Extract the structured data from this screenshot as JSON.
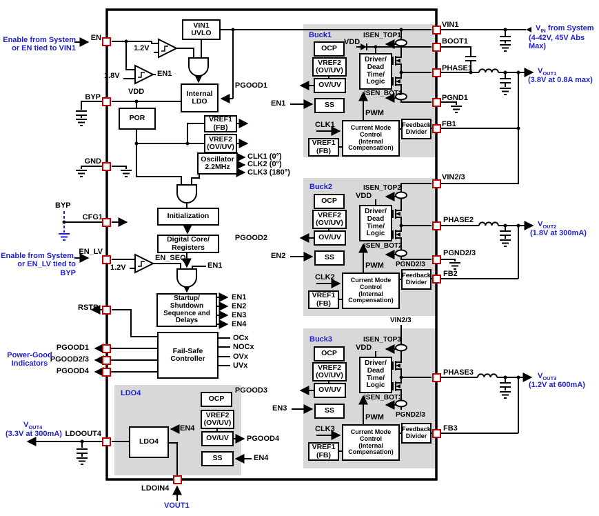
{
  "colors": {
    "accent_blue": "#2121CC",
    "pin_red": "#C00000",
    "block_gray": "#D8D8D8",
    "line_black": "#000000"
  },
  "pins": {
    "left": [
      "EN",
      "BYP",
      "GND",
      "CFG1",
      "EN_LV",
      "RSTB",
      "PGOOD1",
      "PGOOD2/3",
      "PGOOD4",
      "LDOOUT4"
    ],
    "right": [
      "VIN1",
      "BOOT1",
      "PHASE1",
      "PGND1",
      "FB1",
      "VIN2/3",
      "PHASE2",
      "PGND2/3",
      "FB2",
      "PHASE3",
      "FB3"
    ],
    "bottom": [
      "LDOIN4"
    ]
  },
  "annotations": {
    "enable_en": "Enable from System\nor EN tied to VIN1",
    "enable_en_lv": "Enable from System,\nor EN_LV tied to BYP",
    "power_good": "Power-Good\nIndicators",
    "byp_ref": "BYP",
    "vin": {
      "v": "V",
      "sub": "IN",
      "rest": " from System",
      "detail": "(4-42V, 45V Abs Max)"
    },
    "vout1": {
      "v": "V",
      "sub": "OUT1",
      "detail": "(3.8V at 0.8A max)"
    },
    "vout2": {
      "v": "V",
      "sub": "OUT2",
      "detail": "(1.8V at 300mA)"
    },
    "vout3": {
      "v": "V",
      "sub": "OUT3",
      "detail": "(1.2V at 600mA)"
    },
    "vout4": {
      "v": "V",
      "sub": "OUT4",
      "detail": "(3.3V at 300mA)"
    },
    "vout1_src": "VOUT1"
  },
  "core": {
    "uvlo": "VIN1\nUVLO",
    "internal_ldo": "Internal\nLDO",
    "por": "POR",
    "vref1": "VREF1\n(FB)",
    "vref2": "VREF2\n(OV/UV)",
    "osc": "Oscillator\n2.2MHz",
    "init": "Initialization",
    "digital": "Digital Core/\nRegisters",
    "startup": "Startup/\nShutdown\nSequence and\nDelays",
    "failsafe": "Fail-Safe\nController",
    "vdd": "VDD",
    "v12_en": "1.2V",
    "v18_en": "1.8V",
    "en1_cmp": "EN1",
    "v12_enlv": "1.2V",
    "en_seq": "EN_SEQ",
    "en1_gate": "EN1",
    "clk_out": [
      "CLK1 (0°)",
      "CLK2 (0°)",
      "CLK3 (180°)"
    ],
    "en_out": [
      "EN1",
      "EN2",
      "EN3",
      "EN4"
    ],
    "fault_out": [
      "OCx",
      "NOCx",
      "OVx",
      "UVx"
    ]
  },
  "bucks": [
    {
      "name": "Buck1",
      "ocp": "OCP",
      "vref2": "VREF2\n(OV/UV)",
      "ovuv": "OV/UV",
      "ss": "SS",
      "pgood": "PGOOD1",
      "en": "EN1",
      "vdd": "VDD",
      "isen_top": "ISEN_TOP1",
      "isen_bot": "ISEN_BOT1",
      "driver": "Driver/\nDead\nTime/\nLogic",
      "pwm": "PWM",
      "clk": "CLK1",
      "cmc": "Current Mode\nControl\n(Internal\nCompensation)",
      "vref1": "VREF1\n(FB)",
      "fbdiv": "Feedback\nDivider"
    },
    {
      "name": "Buck2",
      "ocp": "OCP",
      "vref2": "VREF2\n(OV/UV)",
      "ovuv": "OV/UV",
      "ss": "SS",
      "pgood": "PGOOD2",
      "en": "EN2",
      "vdd": "VDD",
      "isen_top": "ISEN_TOP2",
      "isen_bot": "ISEN_BOT2",
      "driver": "Driver/\nDead\nTime/\nLogic",
      "pwm": "PWM",
      "clk": "CLK2",
      "cmc": "Current Mode\nControl\n(Internal\nCompensation)",
      "vref1": "VREF1\n(FB)",
      "fbdiv": "Feedback\nDivider",
      "pgnd_net": "PGND2/3"
    },
    {
      "name": "Buck3",
      "ocp": "OCP",
      "vref2": "VREF2\n(OV/UV)",
      "ovuv": "OV/UV",
      "ss": "SS",
      "pgood": "PGOOD3",
      "en": "EN3",
      "vdd": "VDD",
      "isen_top": "ISEN_TOP3",
      "isen_bot": "ISEN_BOT3",
      "driver": "Driver/\nDead\nTime/\nLogic",
      "pwm": "PWM",
      "clk": "CLK3",
      "cmc": "Current Mode\nControl\n(Internal\nCompensation)",
      "vref1": "VREF1\n(FB)",
      "fbdiv": "Feedback\nDivider",
      "pgnd_net": "PGND2/3",
      "vin_net": "VIN2/3"
    }
  ],
  "ldo4": {
    "name": "LDO4",
    "block": "LDO4",
    "ocp": "OCP",
    "vref2": "VREF2\n(OV/UV)",
    "ovuv": "OV/UV",
    "ss": "SS",
    "en4": "EN4",
    "en4_ss": "EN4",
    "pgood4": "PGOOD4"
  }
}
